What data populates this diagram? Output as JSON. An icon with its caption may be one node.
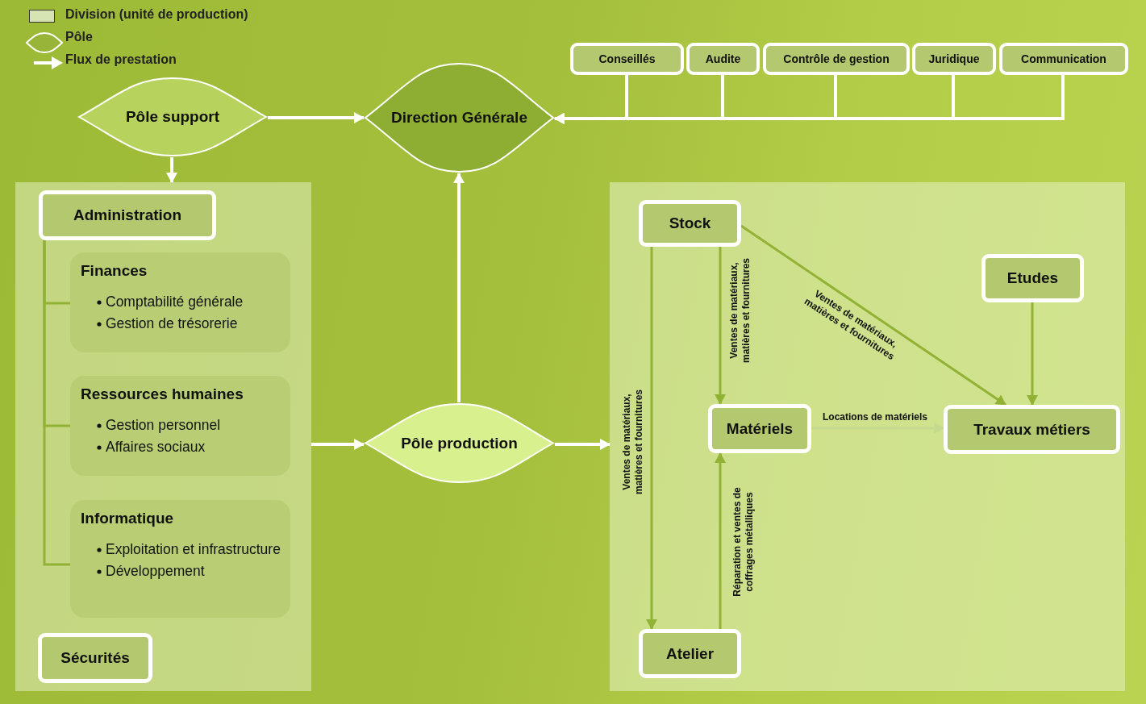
{
  "diagram": {
    "nodes": [
      {
        "text": [
          "Pôle support"
        ]
      },
      {
        "text": [
          "Direction Générale"
        ]
      },
      {
        "text": [
          "Conseillés"
        ]
      },
      {
        "text": [
          "Audite"
        ]
      },
      {
        "text": [
          "Contrôle de gestion"
        ]
      },
      {
        "text": [
          "Juridique"
        ]
      },
      {
        "text": [
          "Communication"
        ]
      },
      {
        "text": [],
        "shape": "box"
      },
      {
        "text": [
          "Administration"
        ],
        "in": 7
      },
      {
        "text": [
          "Finances",
          "Comptabilité générale",
          "Gestion de trésorerie"
        ],
        "in": 7
      },
      {
        "text": [
          "Ressources humaines",
          "Gestion personnel",
          "Affaires sociaux"
        ],
        "in": 7
      },
      {
        "text": [
          "Informatique",
          "Exploitation et infrastructure",
          "Développement"
        ],
        "in": 7
      },
      {
        "text": [
          "Sécurités"
        ],
        "in": 7
      },
      {
        "text": [
          "Pôle production"
        ]
      },
      {
        "text": [],
        "shape": "box"
      },
      {
        "text": [
          "Stock"
        ],
        "in": 14
      },
      {
        "text": [
          "Etudes"
        ],
        "in": 14
      },
      {
        "text": [
          "Matériels"
        ],
        "in": 14
      },
      {
        "text": [
          "Travaux métiers"
        ],
        "in": 14
      },
      {
        "text": [
          "Atelier"
        ],
        "in": 14
      }
    ],
    "edges": [
      {
        "from": 0,
        "to": 1,
        "arrow": "to"
      },
      {
        "from": 2,
        "to": 1,
        "arrow": "to"
      },
      {
        "from": 3,
        "to": 1,
        "arrow": "to"
      },
      {
        "from": 4,
        "to": 1,
        "arrow": "to"
      },
      {
        "from": 5,
        "to": 1,
        "arrow": "to"
      },
      {
        "from": 6,
        "to": 1,
        "arrow": "to"
      },
      {
        "from": 0,
        "to": 7,
        "arrow": "to"
      },
      {
        "from": 8,
        "to": 9,
        "arrow": "none",
        "color": "#92b236"
      },
      {
        "from": 8,
        "to": 10,
        "arrow": "none",
        "color": "#92b236"
      },
      {
        "from": 8,
        "to": 11,
        "arrow": "none",
        "color": "#92b236"
      },
      {
        "from": 7,
        "to": 13,
        "arrow": "to"
      },
      {
        "from": 13,
        "to": 1,
        "arrow": "to"
      },
      {
        "from": 13,
        "to": 14,
        "arrow": "to"
      },
      {
        "from": 15,
        "to": 19,
        "arrow": "to",
        "label": "Ventes de matériaux, matières et fournitures",
        "color": "#92b236"
      },
      {
        "from": 15,
        "to": 17,
        "arrow": "to",
        "label": "Ventes de matériaux, matières et fournitures",
        "color": "#92b236"
      },
      {
        "from": 15,
        "to": 18,
        "arrow": "to",
        "label": "Ventes de matériaux, matières et fournitures",
        "color": "#92b236"
      },
      {
        "from": 16,
        "to": 18,
        "arrow": "to",
        "color": "#92b236"
      },
      {
        "from": 17,
        "to": 18,
        "arrow": "to",
        "label": "Locations de matériels",
        "color": "#c5da8e"
      },
      {
        "from": 19,
        "to": 17,
        "arrow": "to",
        "label": "Réparation et ventes de coffrages métalliques",
        "color": "#92b236"
      }
    ],
    "legend": [
      {
        "text": "Division (unité de production)",
        "color": "#d6e4b4"
      },
      {
        "text": "Pôle"
      },
      {
        "text": "Flux de prestation"
      }
    ]
  }
}
